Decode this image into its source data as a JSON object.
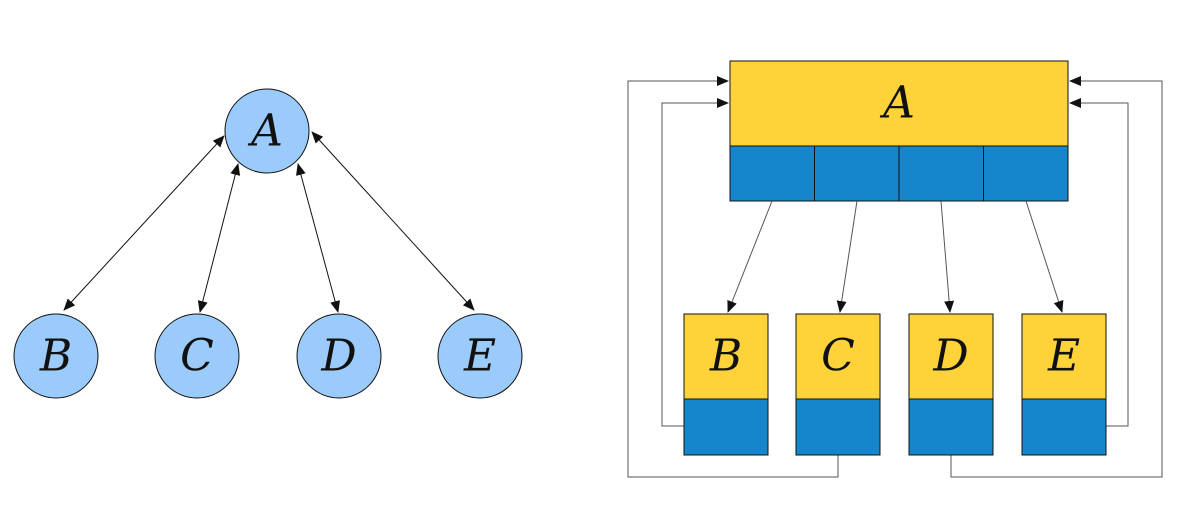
{
  "colors": {
    "node_fill": "#9ACBFB",
    "box_top_fill": "#FED339",
    "box_bottom_fill": "#1586CC",
    "stroke": "#111111",
    "line": "#555555"
  },
  "left_tree": {
    "root": "A",
    "children": [
      "B",
      "C",
      "D",
      "E"
    ]
  },
  "right_tree": {
    "root": "A",
    "children": [
      "B",
      "C",
      "D",
      "E"
    ]
  }
}
